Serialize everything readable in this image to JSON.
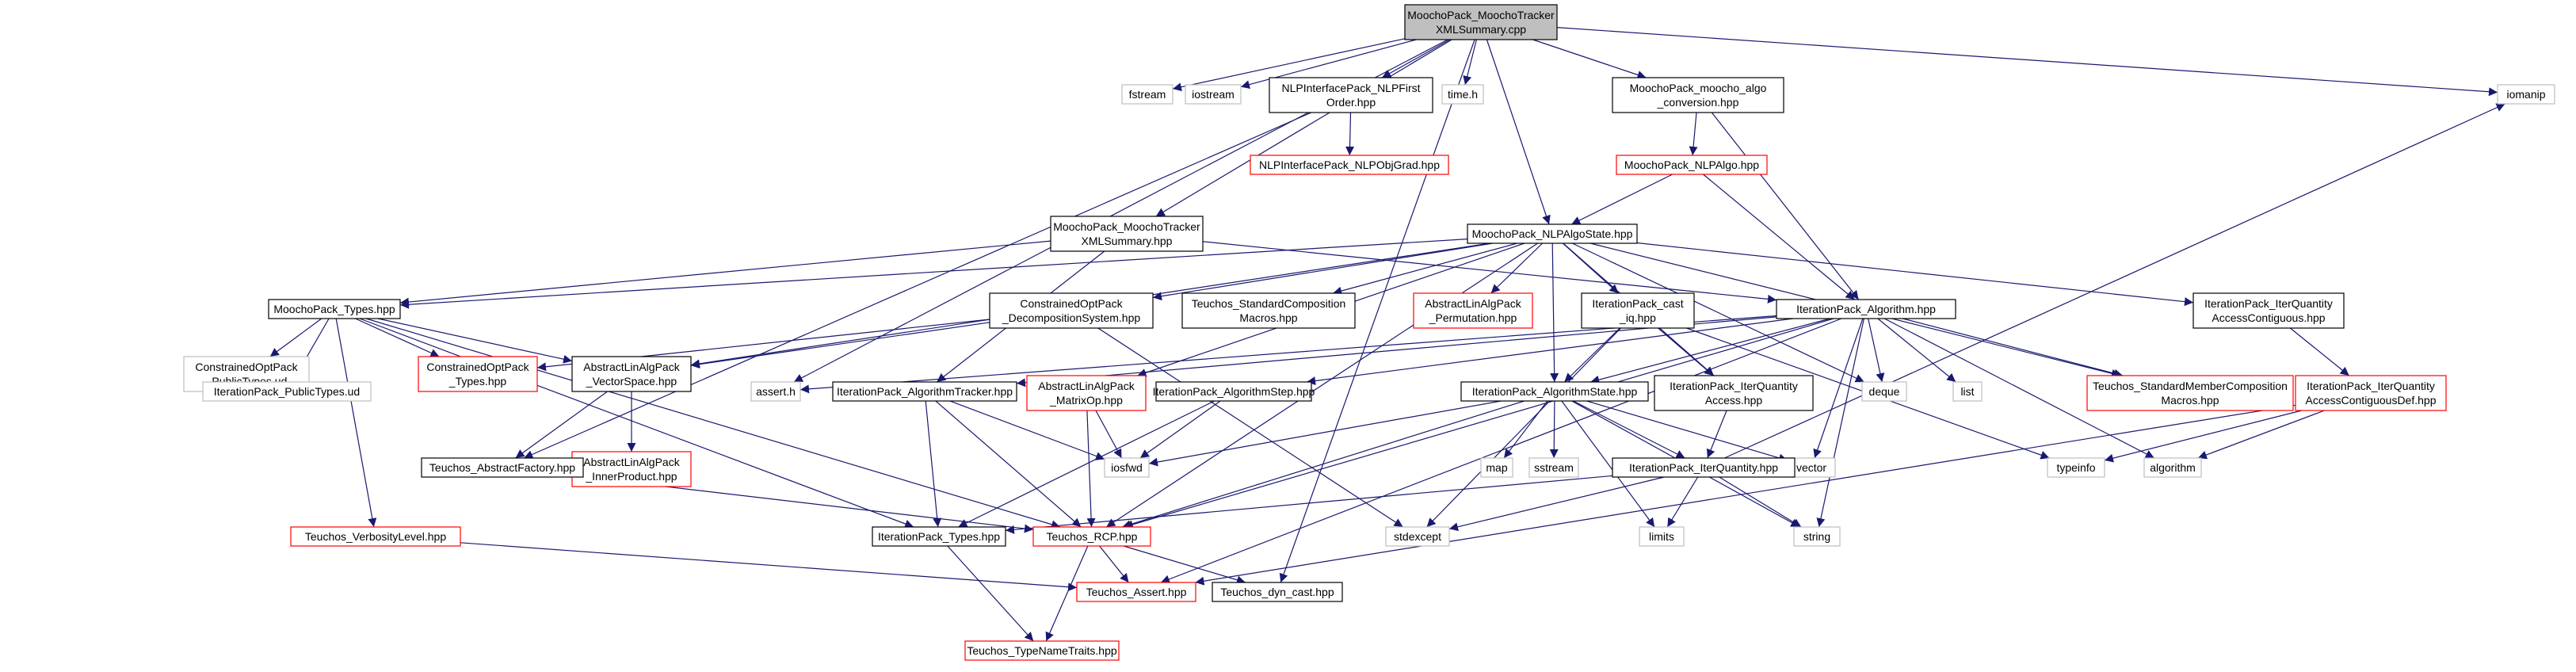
{
  "colors": {
    "edge": "#191970",
    "root_fill": "#bfbfbf",
    "doc_border": "#000000",
    "red_border": "#ff0000",
    "gray_border": "#bfbfbf",
    "red_text": "#ff0000",
    "gray_text": "#666666",
    "black_text": "#000000"
  },
  "nodes": {
    "root": {
      "lines": [
        "MoochoPack_MoochoTracker",
        "XMLSummary.cpp"
      ],
      "style": "root"
    },
    "fstream": {
      "lines": [
        "fstream"
      ],
      "style": "gray"
    },
    "iostream": {
      "lines": [
        "iostream"
      ],
      "style": "gray"
    },
    "nlpfirst": {
      "lines": [
        "NLPInterfacePack_NLPFirst",
        "Order.hpp"
      ],
      "style": "doc"
    },
    "timeh": {
      "lines": [
        "time.h"
      ],
      "style": "gray"
    },
    "algoconv": {
      "lines": [
        "MoochoPack_moocho_algo",
        "_conversion.hpp"
      ],
      "style": "doc"
    },
    "iomanip": {
      "lines": [
        "iomanip"
      ],
      "style": "gray"
    },
    "nlpobjgrad": {
      "lines": [
        "NLPInterfacePack_NLPObjGrad.hpp"
      ],
      "style": "red"
    },
    "nlpalgo": {
      "lines": [
        "MoochoPack_NLPAlgo.hpp"
      ],
      "style": "red"
    },
    "trackerhpp": {
      "lines": [
        "MoochoPack_MoochoTracker",
        "XMLSummary.hpp"
      ],
      "style": "doc"
    },
    "nlpalgostate": {
      "lines": [
        "MoochoPack_NLPAlgoState.hpp"
      ],
      "style": "doc"
    },
    "mptypes": {
      "lines": [
        "MoochoPack_Types.hpp"
      ],
      "style": "doc"
    },
    "coptdecomp": {
      "lines": [
        "ConstrainedOptPack",
        "_DecompositionSystem.hpp"
      ],
      "style": "doc"
    },
    "stdcomp": {
      "lines": [
        "Teuchos_StandardComposition",
        "Macros.hpp"
      ],
      "style": "doc"
    },
    "alaperm": {
      "lines": [
        "AbstractLinAlgPack",
        "_Permutation.hpp"
      ],
      "style": "red"
    },
    "itercast": {
      "lines": [
        "IterationPack_cast",
        "_iq.hpp"
      ],
      "style": "doc"
    },
    "iteralgo": {
      "lines": [
        "IterationPack_Algorithm.hpp"
      ],
      "style": "doc"
    },
    "iqcontig": {
      "lines": [
        "IterationPack_IterQuantity",
        "AccessContiguous.hpp"
      ],
      "style": "doc"
    },
    "copud": {
      "lines": [
        "ConstrainedOptPack",
        "_PublicTypes.ud"
      ],
      "style": "gray"
    },
    "ipud": {
      "lines": [
        "IterationPack_PublicTypes.ud"
      ],
      "style": "gray"
    },
    "coptypes": {
      "lines": [
        "ConstrainedOptPack",
        "_Types.hpp"
      ],
      "style": "red"
    },
    "alavs": {
      "lines": [
        "AbstractLinAlgPack",
        "_VectorSpace.hpp"
      ],
      "style": "doc"
    },
    "asserth": {
      "lines": [
        "assert.h"
      ],
      "style": "gray"
    },
    "algotracker": {
      "lines": [
        "IterationPack_AlgorithmTracker.hpp"
      ],
      "style": "doc"
    },
    "alamatrix": {
      "lines": [
        "AbstractLinAlgPack",
        "_MatrixOp.hpp"
      ],
      "style": "red"
    },
    "algostep": {
      "lines": [
        "IterationPack_AlgorithmStep.hpp"
      ],
      "style": "doc"
    },
    "algostate": {
      "lines": [
        "IterationPack_AlgorithmState.hpp"
      ],
      "style": "doc"
    },
    "iqaccess": {
      "lines": [
        "IterationPack_IterQuantity",
        "Access.hpp"
      ],
      "style": "doc"
    },
    "deque": {
      "lines": [
        "deque"
      ],
      "style": "gray"
    },
    "list": {
      "lines": [
        "list"
      ],
      "style": "gray"
    },
    "stdmember": {
      "lines": [
        "Teuchos_StandardMemberComposition",
        "Macros.hpp"
      ],
      "style": "red"
    },
    "iqcontigdef": {
      "lines": [
        "IterationPack_IterQuantity",
        "AccessContiguousDef.hpp"
      ],
      "style": "red"
    },
    "alainner": {
      "lines": [
        "AbstractLinAlgPack",
        "_InnerProduct.hpp"
      ],
      "style": "red"
    },
    "absfactory": {
      "lines": [
        "Teuchos_AbstractFactory.hpp"
      ],
      "style": "doc"
    },
    "iosfwd": {
      "lines": [
        "iosfwd"
      ],
      "style": "gray"
    },
    "map": {
      "lines": [
        "map"
      ],
      "style": "gray"
    },
    "sstream": {
      "lines": [
        "sstream"
      ],
      "style": "gray"
    },
    "vector": {
      "lines": [
        "vector"
      ],
      "style": "gray"
    },
    "typeinfo": {
      "lines": [
        "typeinfo"
      ],
      "style": "gray"
    },
    "algorithm": {
      "lines": [
        "algorithm"
      ],
      "style": "gray"
    },
    "iterquantity": {
      "lines": [
        "IterationPack_IterQuantity.hpp"
      ],
      "style": "doc"
    },
    "verbosity": {
      "lines": [
        "Teuchos_VerbosityLevel.hpp"
      ],
      "style": "red"
    },
    "iptypes": {
      "lines": [
        "IterationPack_Types.hpp"
      ],
      "style": "doc"
    },
    "rcp": {
      "lines": [
        "Teuchos_RCP.hpp"
      ],
      "style": "red"
    },
    "stdexcept": {
      "lines": [
        "stdexcept"
      ],
      "style": "gray"
    },
    "limits": {
      "lines": [
        "limits"
      ],
      "style": "gray"
    },
    "string": {
      "lines": [
        "string"
      ],
      "style": "gray"
    },
    "tassert": {
      "lines": [
        "Teuchos_Assert.hpp"
      ],
      "style": "red"
    },
    "dyncast": {
      "lines": [
        "Teuchos_dyn_cast.hpp"
      ],
      "style": "doc"
    },
    "typename": {
      "lines": [
        "Teuchos_TypeNameTraits.hpp"
      ],
      "style": "red"
    }
  },
  "edges": [
    [
      "root",
      "fstream"
    ],
    [
      "root",
      "iostream"
    ],
    [
      "root",
      "nlpfirst"
    ],
    [
      "root",
      "timeh"
    ],
    [
      "root",
      "algoconv"
    ],
    [
      "root",
      "iomanip"
    ],
    [
      "root",
      "trackerhpp"
    ],
    [
      "root",
      "nlpalgostate"
    ],
    [
      "root",
      "asserth"
    ],
    [
      "root",
      "dyncast"
    ],
    [
      "nlpfirst",
      "nlpobjgrad"
    ],
    [
      "nlpfirst",
      "absfactory"
    ],
    [
      "algoconv",
      "nlpalgo"
    ],
    [
      "algoconv",
      "iteralgo"
    ],
    [
      "nlpalgo",
      "nlpalgostate"
    ],
    [
      "nlpalgo",
      "iteralgo"
    ],
    [
      "trackerhpp",
      "mptypes"
    ],
    [
      "trackerhpp",
      "iteralgo"
    ],
    [
      "trackerhpp",
      "algotracker"
    ],
    [
      "nlpalgostate",
      "mptypes"
    ],
    [
      "nlpalgostate",
      "coptdecomp"
    ],
    [
      "nlpalgostate",
      "stdcomp"
    ],
    [
      "nlpalgostate",
      "alaperm"
    ],
    [
      "nlpalgostate",
      "itercast"
    ],
    [
      "nlpalgostate",
      "iqcontig"
    ],
    [
      "nlpalgostate",
      "algostate"
    ],
    [
      "nlpalgostate",
      "iqaccess"
    ],
    [
      "nlpalgostate",
      "alavs"
    ],
    [
      "nlpalgostate",
      "alamatrix"
    ],
    [
      "nlpalgostate",
      "stdmember"
    ],
    [
      "nlpalgostate",
      "deque"
    ],
    [
      "nlpalgostate",
      "rcp"
    ],
    [
      "mptypes",
      "copud"
    ],
    [
      "mptypes",
      "ipud"
    ],
    [
      "mptypes",
      "coptypes"
    ],
    [
      "mptypes",
      "alavs"
    ],
    [
      "mptypes",
      "verbosity"
    ],
    [
      "mptypes",
      "iptypes"
    ],
    [
      "mptypes",
      "rcp"
    ],
    [
      "coptdecomp",
      "alavs"
    ],
    [
      "coptdecomp",
      "stdexcept"
    ],
    [
      "coptdecomp",
      "coptypes"
    ],
    [
      "itercast",
      "algostate"
    ],
    [
      "itercast",
      "iqaccess"
    ],
    [
      "itercast",
      "stdexcept"
    ],
    [
      "itercast",
      "typeinfo"
    ],
    [
      "iteralgo",
      "algostate"
    ],
    [
      "iteralgo",
      "algostep"
    ],
    [
      "iteralgo",
      "algotracker"
    ],
    [
      "iteralgo",
      "asserth"
    ],
    [
      "iteralgo",
      "deque"
    ],
    [
      "iteralgo",
      "list"
    ],
    [
      "iteralgo",
      "stdmember"
    ],
    [
      "iteralgo",
      "vector"
    ],
    [
      "iteralgo",
      "algorithm"
    ],
    [
      "iteralgo",
      "string"
    ],
    [
      "iteralgo",
      "rcp"
    ],
    [
      "iteralgo",
      "tassert"
    ],
    [
      "iqcontig",
      "iqcontigdef"
    ],
    [
      "iqcontigdef",
      "typeinfo"
    ],
    [
      "iqcontigdef",
      "algorithm"
    ],
    [
      "iqcontigdef",
      "tassert"
    ],
    [
      "alavs",
      "alainner"
    ],
    [
      "alavs",
      "absfactory"
    ],
    [
      "algotracker",
      "iosfwd"
    ],
    [
      "algotracker",
      "rcp"
    ],
    [
      "algotracker",
      "iptypes"
    ],
    [
      "alamatrix",
      "iosfwd"
    ],
    [
      "alamatrix",
      "rcp"
    ],
    [
      "algostep",
      "iosfwd"
    ],
    [
      "algostep",
      "iptypes"
    ],
    [
      "algostate",
      "iterquantity"
    ],
    [
      "algostate",
      "iosfwd"
    ],
    [
      "algostate",
      "map"
    ],
    [
      "algostate",
      "sstream"
    ],
    [
      "algostate",
      "vector"
    ],
    [
      "algostate",
      "limits"
    ],
    [
      "algostate",
      "string"
    ],
    [
      "algostate",
      "rcp"
    ],
    [
      "iqaccess",
      "iterquantity"
    ],
    [
      "iterquantity",
      "stdexcept"
    ],
    [
      "iterquantity",
      "limits"
    ],
    [
      "iterquantity",
      "string"
    ],
    [
      "iterquantity",
      "iomanip"
    ],
    [
      "iterquantity",
      "iptypes"
    ],
    [
      "absfactory",
      "rcp"
    ],
    [
      "verbosity",
      "tassert"
    ],
    [
      "iptypes",
      "typename"
    ],
    [
      "rcp",
      "tassert"
    ],
    [
      "rcp",
      "dyncast"
    ],
    [
      "rcp",
      "typename"
    ]
  ]
}
